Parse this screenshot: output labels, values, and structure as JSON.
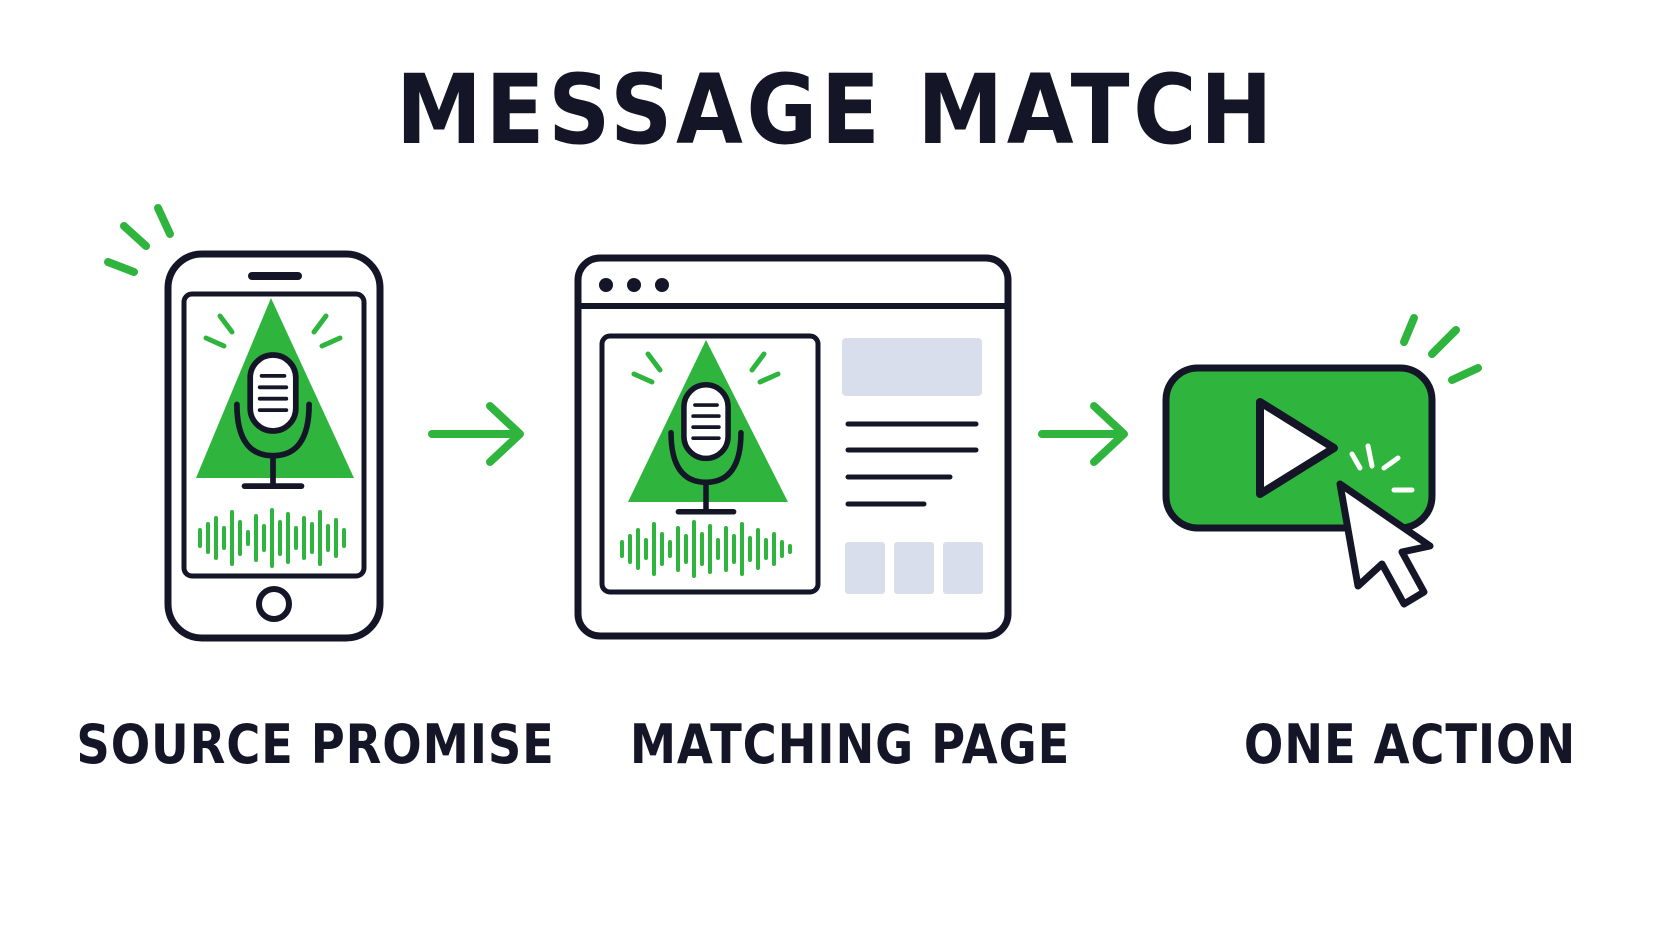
{
  "title": "MESSAGE MATCH",
  "steps": [
    {
      "label": "SOURCE PROMISE",
      "icon": "phone-podcast-icon"
    },
    {
      "label": "MATCHING PAGE",
      "icon": "browser-page-icon"
    },
    {
      "label": "ONE ACTION",
      "icon": "play-button-icon"
    }
  ],
  "colors": {
    "ink": "#141628",
    "green": "#2fb53e",
    "placeholder": "#d8deec"
  }
}
